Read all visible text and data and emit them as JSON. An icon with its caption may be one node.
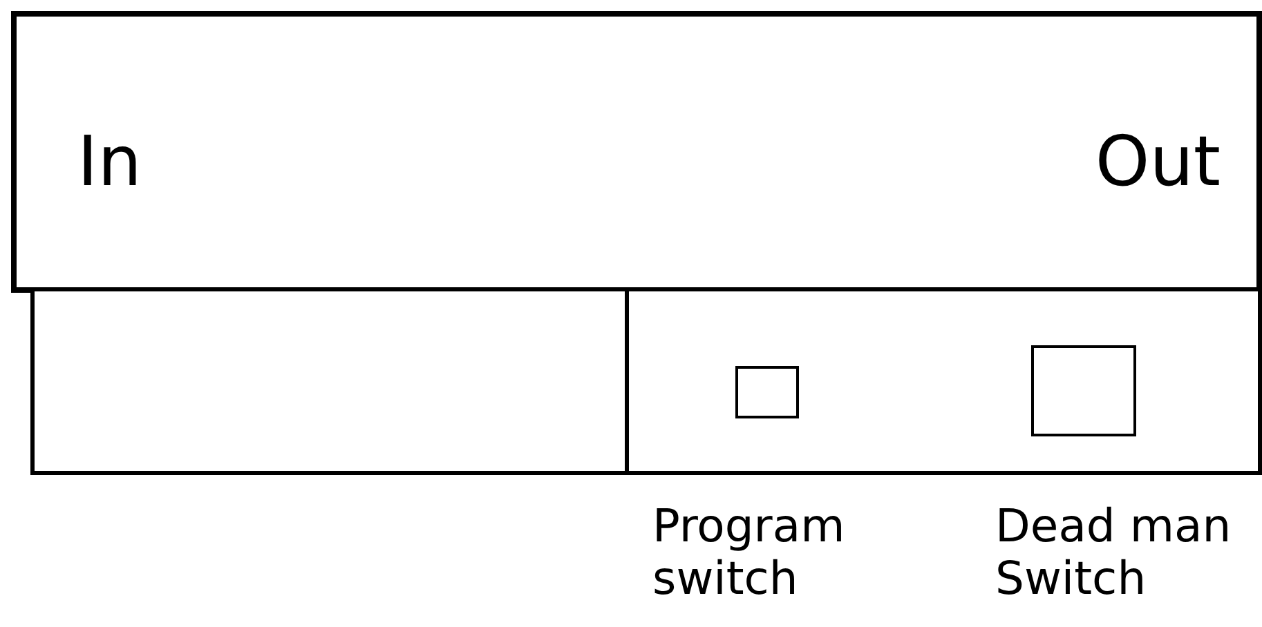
{
  "diagram": {
    "nodes": [
      {
        "text": [
          "In",
          "Out"
        ]
      },
      {
        "text": [],
        "shape": "box"
      },
      {
        "text": [],
        "shape": "box"
      },
      {
        "text": [],
        "shape": "box",
        "in": 2
      },
      {
        "text": [],
        "shape": "box",
        "in": 2
      }
    ],
    "labels": [
      "Program switch",
      "Dead man Switch"
    ]
  }
}
